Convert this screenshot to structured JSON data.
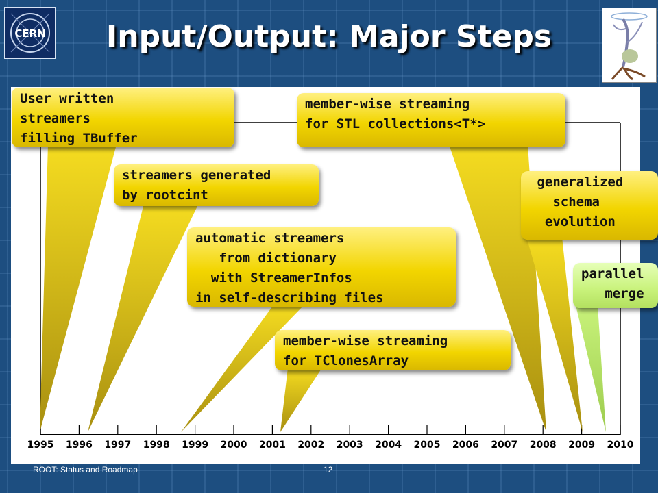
{
  "slide": {
    "title": "Input/Output: Major Steps",
    "footer_left": "ROOT: Status and Roadmap",
    "page_number": "12",
    "logo_text": "CERN",
    "colors": {
      "background": "#1d4e80",
      "callout": "#f2d500",
      "callout_green": "#c8f27a"
    }
  },
  "chart_data": {
    "type": "timeline",
    "x_ticks": [
      "1995",
      "1996",
      "1997",
      "1998",
      "1999",
      "2000",
      "2001",
      "2002",
      "2003",
      "2004",
      "2005",
      "2006",
      "2007",
      "2008",
      "2009",
      "2010"
    ],
    "xlim": [
      1995,
      2010
    ],
    "events": [
      {
        "year": 1995.0,
        "lines": [
          "User written",
          "streamers",
          "filling TBuffer"
        ],
        "color": "yellow"
      },
      {
        "year": 1996.2,
        "lines": [
          "streamers generated",
          "by rootcint"
        ],
        "color": "yellow"
      },
      {
        "year": 1998.8,
        "lines": [
          "automatic streamers",
          "   from dictionary",
          "  with StreamerInfos",
          "in self-describing files"
        ],
        "color": "yellow"
      },
      {
        "year": 2001.3,
        "lines": [
          "member-wise streaming",
          "for TClonesArray"
        ],
        "color": "yellow"
      },
      {
        "year": 2008.1,
        "lines": [
          "member-wise streaming",
          "for STL collections<T*>"
        ],
        "color": "yellow"
      },
      {
        "year": 2009.1,
        "lines": [
          " generalized",
          "   schema",
          "  evolution"
        ],
        "color": "yellow"
      },
      {
        "year": 2009.7,
        "lines": [
          "parallel",
          "   merge"
        ],
        "color": "green"
      }
    ]
  }
}
